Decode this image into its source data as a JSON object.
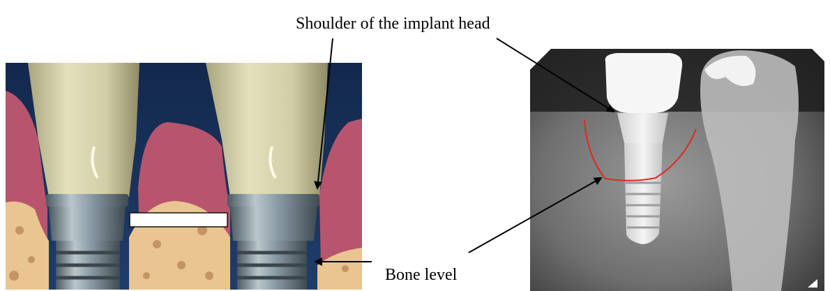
{
  "annotations": {
    "shoulder_label": "Shoulder of the implant head",
    "bone_label": "Bone level"
  },
  "colors": {
    "bone_outline": "#e0281e",
    "gingiva": "#b8556e",
    "bone": "#e8c591",
    "crown": "#d6d2ad",
    "implant_metal": "#8a9aa4",
    "background_illustration": "#16305a",
    "radiograph_dark": "#1a1a1a"
  },
  "figures": [
    {
      "kind": "illustration",
      "subject": "two dental implants in bone with gingiva"
    },
    {
      "kind": "radiograph",
      "subject": "dental implant with crown, bone level traced in red"
    }
  ]
}
